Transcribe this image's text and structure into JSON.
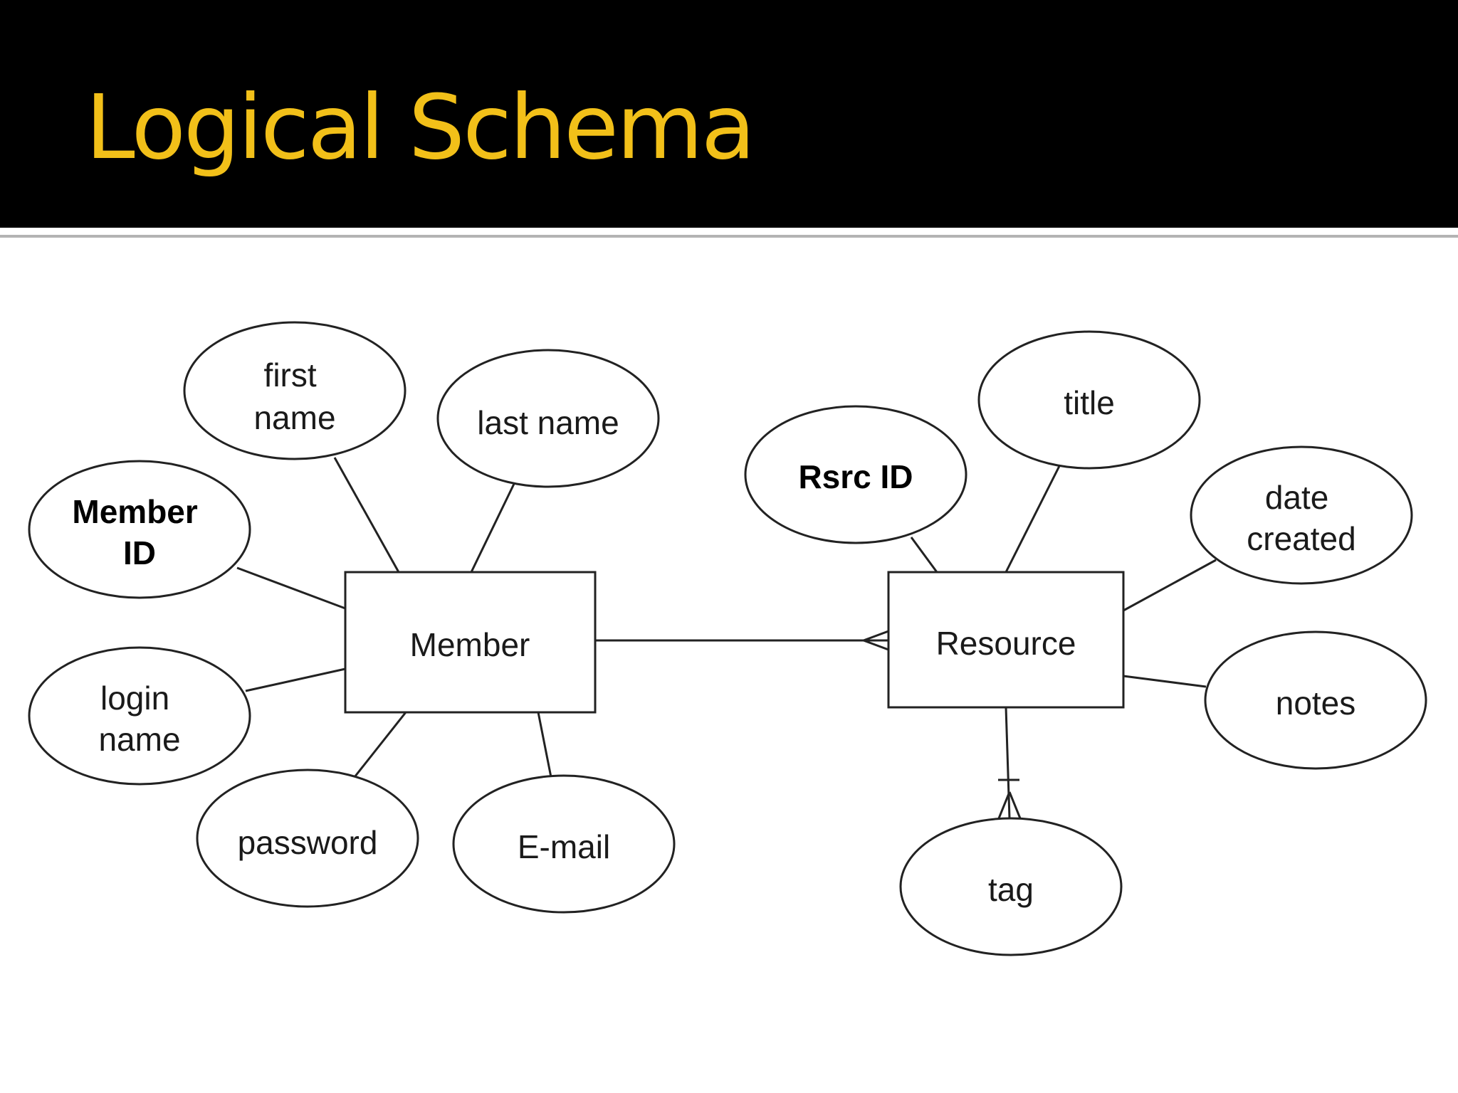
{
  "slide": {
    "title": "Logical Schema",
    "title_color": "#f2c019",
    "header_background": "#000000"
  },
  "diagram": {
    "entities": {
      "member": "Member",
      "resource": "Resource"
    },
    "member_attributes": {
      "member_id": [
        "Member",
        "ID"
      ],
      "first_name": [
        "first",
        "name"
      ],
      "last_name": "last name",
      "login_name": [
        "login",
        "name"
      ],
      "password": "password",
      "email": "E-mail"
    },
    "resource_attributes": {
      "rsrc_id": "Rsrc ID",
      "title": "title",
      "date_created": [
        "date",
        "created"
      ],
      "notes": "notes",
      "tag": "tag"
    },
    "relationships": [
      {
        "from": "Member",
        "to": "Resource",
        "cardinality": "one-to-many"
      },
      {
        "from": "Resource",
        "to": "tag",
        "cardinality": "one-to-many"
      }
    ]
  }
}
